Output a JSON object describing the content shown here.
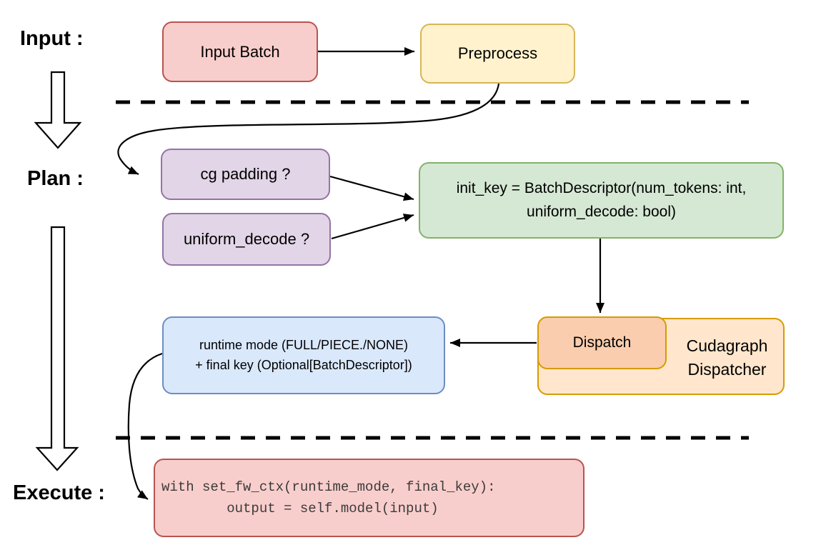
{
  "canvas": {
    "background": "#ffffff",
    "line_color": "#000000"
  },
  "stage_labels": {
    "input": "Input :",
    "plan": "Plan :",
    "execute": "Execute :"
  },
  "nodes": {
    "input_batch": {
      "label": "Input Batch",
      "fill": "#f8cecc",
      "stroke": "#b85450"
    },
    "preprocess": {
      "label": "Preprocess",
      "fill": "#fff2cc",
      "stroke": "#d6b656"
    },
    "cg_padding": {
      "label": "cg padding ?",
      "fill": "#e1d5e7",
      "stroke": "#9673a6"
    },
    "uniform_decode": {
      "label": "uniform_decode ?",
      "fill": "#e1d5e7",
      "stroke": "#9673a6"
    },
    "init_key": {
      "line1": "init_key = BatchDescriptor(num_tokens: int,",
      "line2": "uniform_decode: bool)",
      "fill": "#d5e8d4",
      "stroke": "#82b366"
    },
    "runtime_mode": {
      "line1": "runtime mode (FULL/PIECE./NONE)",
      "line2": "+ final key (Optional[BatchDescriptor])",
      "fill": "#dae8fc",
      "stroke": "#6c8ebf"
    },
    "dispatch": {
      "label": "Dispatch",
      "fill": "#f9cdad",
      "stroke": "#d79b00"
    },
    "cudagraph_dispatcher": {
      "line1": "Cudagraph",
      "line2": "Dispatcher",
      "fill": "#ffe6cc",
      "stroke": "#d79b00"
    },
    "execute_code": {
      "line1": "with set_fw_ctx(runtime_mode, final_key):",
      "line2": "        output = self.model(input)",
      "fill": "#f8cecc",
      "stroke": "#b85450",
      "text_color": "#3b3b3b"
    }
  }
}
